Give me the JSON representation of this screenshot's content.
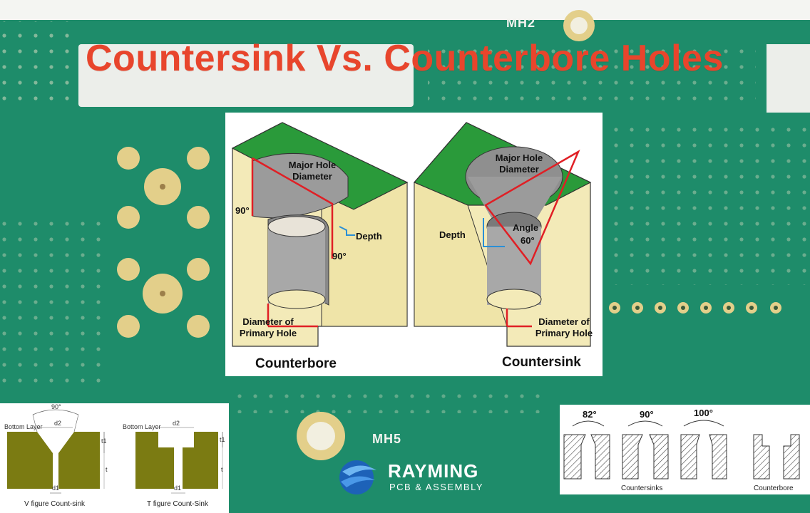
{
  "title": "Countersink Vs. Counterbore Holes",
  "board": {
    "silk_top": "MH2",
    "silk_bottom": "MH5"
  },
  "counterbore_diagram": {
    "major_hole": "Major Hole Diameter",
    "angle_left": "90°",
    "angle_right": "90°",
    "depth": "Depth",
    "primary_hole": "Diameter of Primary Hole",
    "caption": "Counterbore"
  },
  "countersink_diagram": {
    "major_hole": "Major Hole Diameter",
    "depth": "Depth",
    "angle_label": "Angle",
    "angle_value": "60°",
    "primary_hole": "Diameter of Primary Hole",
    "caption": "Countersink"
  },
  "left_inset": {
    "v_layer": "Bottom Layer",
    "v_angle": "90°",
    "v_d2": "d2",
    "v_d1": "d1",
    "v_t1": "t1",
    "v_t": "t",
    "v_caption": "V figure Count-sink",
    "t_layer": "Bottom Layer",
    "t_d2": "d2",
    "t_d1": "d1",
    "t_t1": "t1",
    "t_t": "t",
    "t_caption": "T figure Count-Sink"
  },
  "right_inset": {
    "angles": [
      "82°",
      "90°",
      "100°"
    ],
    "caption_sinks": "Countersinks",
    "caption_bore": "Counterbore"
  },
  "logo": {
    "name": "RAYMING",
    "tagline": "PCB & ASSEMBLY"
  },
  "colors": {
    "title": "#e8452c",
    "board": "#1e8c6a",
    "pad": "#e3cf8a",
    "block": "#f3eab8",
    "top_face": "#2a9a3a",
    "outline": "#e01f25",
    "depth": "#2a8fd6"
  }
}
